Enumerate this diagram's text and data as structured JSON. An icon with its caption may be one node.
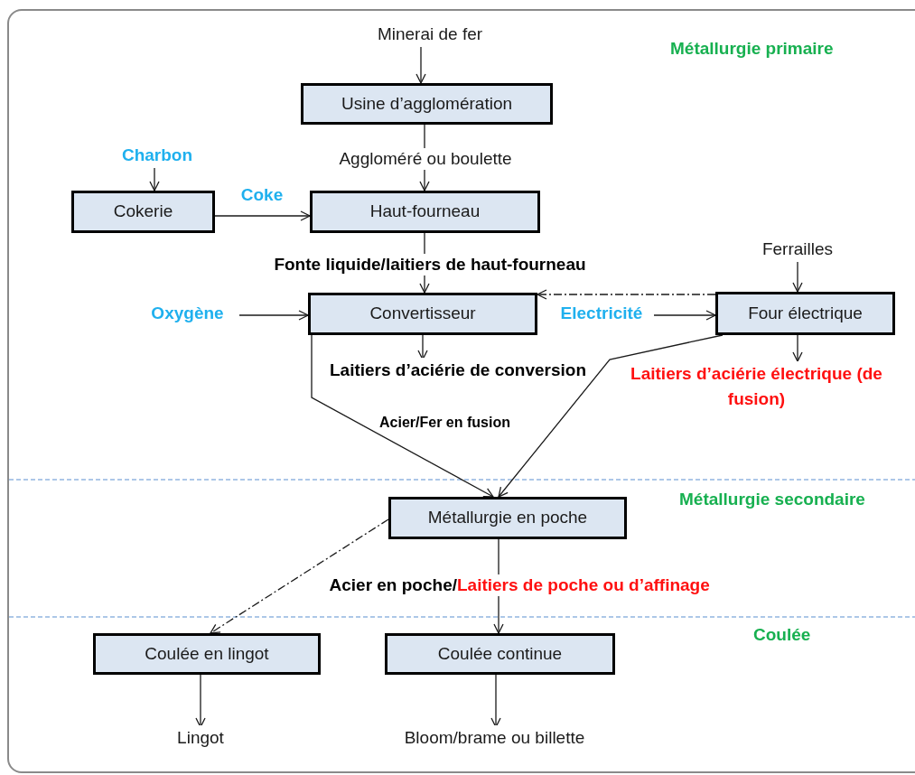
{
  "diagram": {
    "nodes": [
      {
        "text": [
          "Minerai de fer"
        ]
      },
      {
        "text": [
          "Usine d’agglomération"
        ]
      },
      {
        "text": [
          "Charbon"
        ]
      },
      {
        "text": [
          "Cokerie"
        ]
      },
      {
        "text": [
          "Haut-fourneau"
        ]
      },
      {
        "text": [
          "Ferrailles"
        ]
      },
      {
        "text": [
          "Oxygène"
        ]
      },
      {
        "text": [
          "Convertisseur"
        ]
      },
      {
        "text": [
          "Electricité"
        ]
      },
      {
        "text": [
          "Four électrique"
        ]
      },
      {
        "text": [
          "Laitiers d’aciérie de conversion"
        ]
      },
      {
        "text": [
          "Laitiers d’aciérie électrique (de fusion)"
        ]
      },
      {
        "text": [
          "Métallurgie en poche"
        ]
      },
      {
        "text": [
          "Coulée en lingot"
        ]
      },
      {
        "text": [
          "Coulée continue"
        ]
      },
      {
        "text": [
          "Lingot"
        ]
      },
      {
        "text": [
          "Bloom/brame ou billette"
        ]
      }
    ],
    "edges": [
      {
        "from": 0,
        "to": 1,
        "arrow": "to"
      },
      {
        "from": 1,
        "to": 4,
        "arrow": "to",
        "label": "Aggloméré ou boulette"
      },
      {
        "from": 2,
        "to": 3,
        "arrow": "to"
      },
      {
        "from": 3,
        "to": 4,
        "arrow": "to",
        "label": "Coke"
      },
      {
        "from": 4,
        "to": 7,
        "arrow": "to",
        "label": "Fonte liquide/laitiers de haut-fourneau"
      },
      {
        "from": 5,
        "to": 9,
        "arrow": "to"
      },
      {
        "from": 6,
        "to": 7,
        "arrow": "to"
      },
      {
        "from": 9,
        "to": 7,
        "arrow": "to",
        "style": "dashed"
      },
      {
        "from": 8,
        "to": 9,
        "arrow": "to"
      },
      {
        "from": 7,
        "to": 10,
        "arrow": "to"
      },
      {
        "from": 9,
        "to": 11,
        "arrow": "to"
      },
      {
        "from": 7,
        "to": 12,
        "arrow": "to"
      },
      {
        "from": 9,
        "to": 12,
        "arrow": "to"
      },
      {
        "from": 12,
        "to": 13,
        "arrow": "to",
        "style": "dashed"
      },
      {
        "from": 12,
        "to": 14,
        "arrow": "to"
      },
      {
        "from": 13,
        "to": 15,
        "arrow": "to"
      },
      {
        "from": 14,
        "to": 16,
        "arrow": "to"
      }
    ],
    "labels": [
      "Métallurgie primaire",
      "Acier/Fer en fusion",
      "Métallurgie secondaire",
      "Acier en poche/",
      "Laitiers de poche ou d’affinage",
      "Coulée"
    ]
  }
}
